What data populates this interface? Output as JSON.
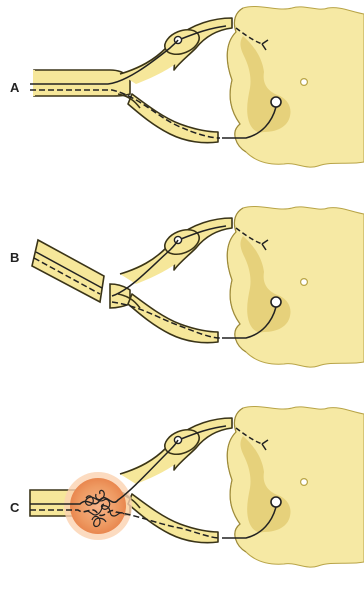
{
  "colors": {
    "nerve_fill": "#f6e79a",
    "nerve_stroke": "#3a3418",
    "cord_fill": "#f6e9a4",
    "cord_stroke": "#b8a447",
    "gray_matter": "#e3cc74",
    "cell_body": "#ffffff",
    "lesion_fill": "#ee9a62",
    "lesion_glow": "#fbd2b0",
    "background": "#ffffff"
  },
  "panels": [
    {
      "label": "A",
      "condition": "intact"
    },
    {
      "label": "B",
      "condition": "transected"
    },
    {
      "label": "C",
      "condition": "lesion"
    }
  ]
}
